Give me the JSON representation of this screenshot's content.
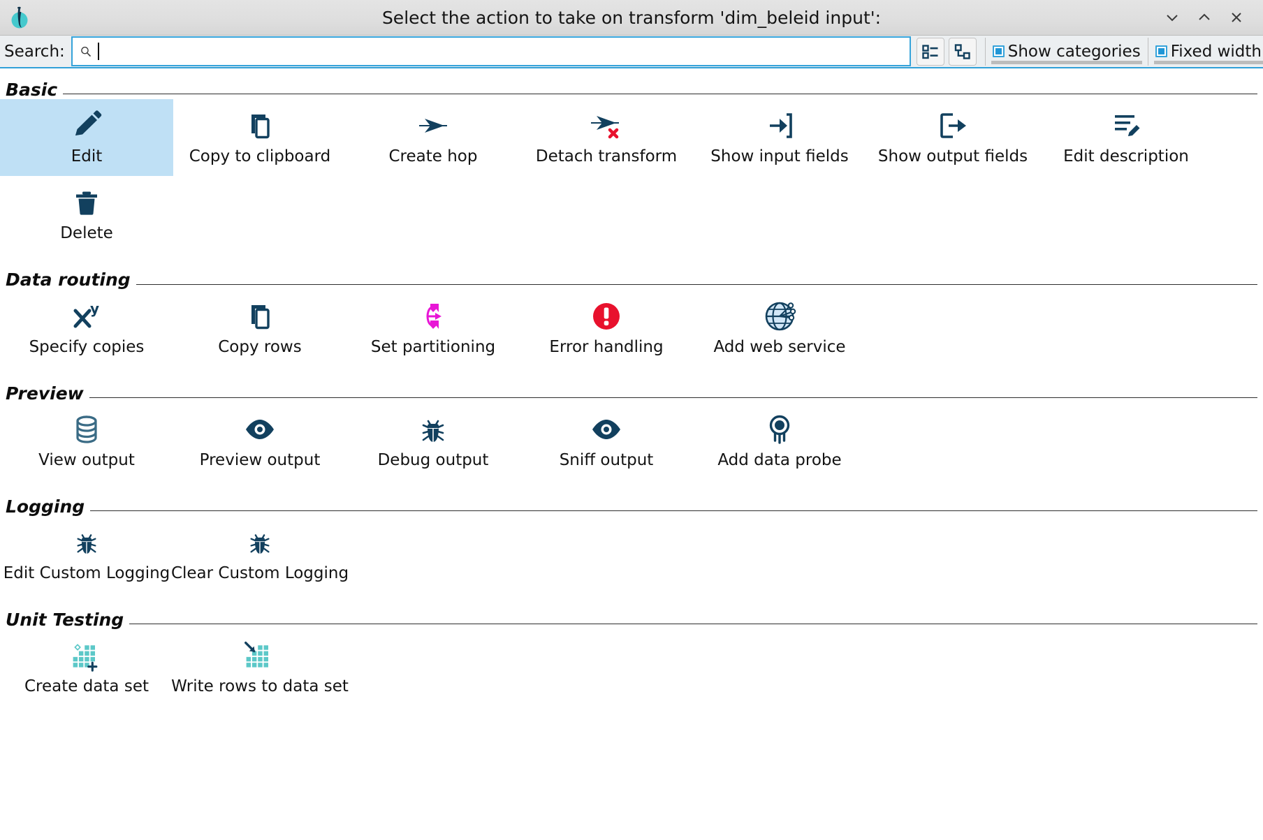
{
  "window": {
    "title": "Select the action to take on transform 'dim_beleid input':",
    "app_icon": "hop-droplet-icon",
    "controls": [
      {
        "name": "minimize-button",
        "glyph": "⌄"
      },
      {
        "name": "maximize-button",
        "glyph": "⌃"
      },
      {
        "name": "close-button",
        "glyph": "✕"
      }
    ]
  },
  "search": {
    "label": "Search:",
    "value": "",
    "placeholder": "",
    "icon": "magnifier-icon"
  },
  "toolbar": {
    "view_buttons": [
      {
        "name": "list-view-button",
        "icon": "list-view-icon"
      },
      {
        "name": "tree-view-button",
        "icon": "tree-view-icon"
      }
    ],
    "options": [
      {
        "name": "show-categories-checkbox",
        "label": "Show categories",
        "checked": true
      },
      {
        "name": "fixed-width-checkbox",
        "label": "Fixed width",
        "checked": true
      }
    ]
  },
  "sections": [
    {
      "id": "basic",
      "title": "Basic",
      "items": [
        {
          "label": "Edit",
          "icon": "pencil-icon",
          "selected": true
        },
        {
          "label": "Copy to clipboard",
          "icon": "copy-icon",
          "selected": false
        },
        {
          "label": "Create hop",
          "icon": "arrow-hop-icon",
          "selected": false
        },
        {
          "label": "Detach transform",
          "icon": "arrow-hop-delete-icon",
          "selected": false
        },
        {
          "label": "Show input fields",
          "icon": "input-fields-icon",
          "selected": false
        },
        {
          "label": "Show output fields",
          "icon": "output-fields-icon",
          "selected": false
        },
        {
          "label": "Edit description",
          "icon": "description-edit-icon",
          "selected": false
        },
        {
          "label": "Delete",
          "icon": "trash-icon",
          "selected": false
        }
      ]
    },
    {
      "id": "data-routing",
      "title": "Data routing",
      "items": [
        {
          "label": "Specify copies",
          "icon": "x-power-y-icon",
          "selected": false
        },
        {
          "label": "Copy rows",
          "icon": "copy-icon",
          "selected": false
        },
        {
          "label": "Set partitioning",
          "icon": "partitioning-arrows-icon",
          "selected": false
        },
        {
          "label": "Error handling",
          "icon": "error-circle-icon",
          "selected": false
        },
        {
          "label": "Add web service",
          "icon": "globe-web-service-icon",
          "selected": false
        }
      ]
    },
    {
      "id": "preview",
      "title": "Preview",
      "items": [
        {
          "label": "View output",
          "icon": "database-icon",
          "selected": false
        },
        {
          "label": "Preview output",
          "icon": "eye-icon",
          "selected": false
        },
        {
          "label": "Debug output",
          "icon": "bug-icon",
          "selected": false
        },
        {
          "label": "Sniff output",
          "icon": "eye-icon",
          "selected": false
        },
        {
          "label": "Add data probe",
          "icon": "data-probe-icon",
          "selected": false
        }
      ]
    },
    {
      "id": "logging",
      "title": "Logging",
      "items": [
        {
          "label": "Edit Custom Logging",
          "icon": "bug-icon",
          "selected": false
        },
        {
          "label": "Clear Custom Logging",
          "icon": "bug-icon",
          "selected": false
        }
      ]
    },
    {
      "id": "unit-testing",
      "title": "Unit Testing",
      "items": [
        {
          "label": "Create data set",
          "icon": "create-data-set-icon",
          "selected": false
        },
        {
          "label": "Write rows to data set",
          "icon": "write-rows-data-set-icon",
          "selected": false
        }
      ]
    }
  ],
  "colors": {
    "accent_dark_blue": "#12405e",
    "selection_blue": "#bfe0f5",
    "focus_blue": "#36a3da",
    "error_red": "#e8112d",
    "magenta": "#e816d6",
    "teal": "#5cc8c8"
  }
}
